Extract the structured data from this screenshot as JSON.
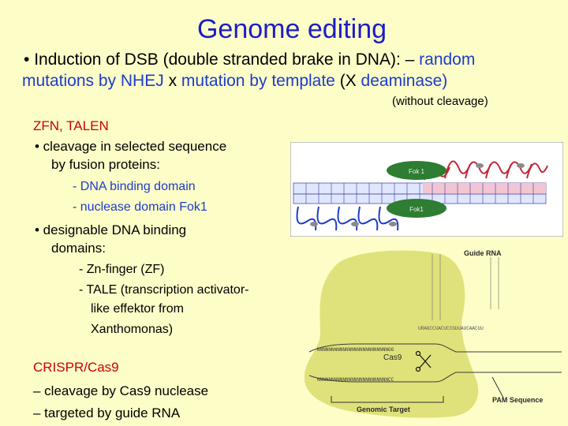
{
  "title": "Genome editing",
  "intro": {
    "bullet": "•",
    "a": "Induction of DSB (double stranded brake in DNA): –",
    "b": "random",
    "c": "mutations by NHEJ",
    "d": "x",
    "e": "mutation by template",
    "f": "(X",
    "g": "deaminase)",
    "h": "(without cleavage)"
  },
  "zfn": {
    "heading": "ZFN, TALEN",
    "bullet1_a": "• cleavage in selected sequence",
    "bullet1_b": "by fusion proteins:",
    "sub1": "- DNA binding domain",
    "sub2": "- nuclease domain Fok1",
    "bullet2_a": "• designable DNA binding",
    "bullet2_b": "domains:",
    "sub3": "- Zn-finger (ZF)",
    "sub4": "- TALE (transcription activator-",
    "sub5": "like effektor from",
    "sub6": "Xanthomonas)"
  },
  "crispr": {
    "heading": "CRISPR/Cas9",
    "item1": "– cleavage by Cas9 nuclease",
    "item2": "– targeted by guide RNA"
  },
  "fig1": {
    "fok_top": "Fok 1",
    "fok_bottom": "Fok1"
  },
  "fig2": {
    "guide_rna": "Guide RNA",
    "cas9": "Cas9",
    "genomic_target": "Genomic Target",
    "pam": "PAM Sequence",
    "seq_top": "NNNNNNNNNNNNNNNNNNNNNNNNNGG",
    "seq_bottom": "NNNNNNNNNNNNNNNNNNNNNNNNNCC",
    "rna_bottom": "URAGCCUACUCCGUUAUCAACUU"
  },
  "colors": {
    "title": "#1c1cc8",
    "accent_blue": "#1c3ccc",
    "heading_red": "#cc0000",
    "background": "#fdfdc8",
    "fok_green": "#2e7d32",
    "cas_green": "#dfe27a"
  }
}
